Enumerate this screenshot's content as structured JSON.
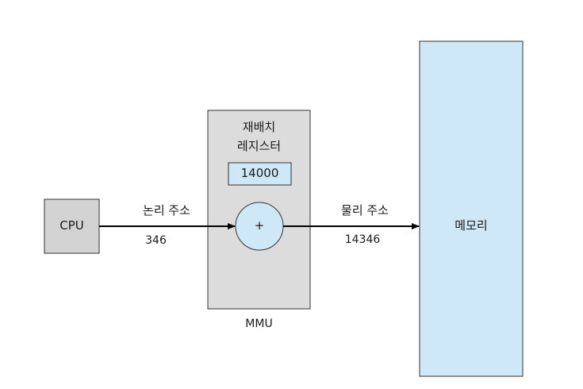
{
  "cpu": {
    "label": "CPU"
  },
  "mmu": {
    "label": "MMU",
    "register_title_line1": "재배치",
    "register_title_line2": "레지스터",
    "register_value": "14000",
    "adder_symbol": "+"
  },
  "logical_address": {
    "label": "논리 주소",
    "value": "346"
  },
  "physical_address": {
    "label": "물리 주소",
    "value": "14346"
  },
  "memory": {
    "label": "메모리"
  },
  "colors": {
    "cpu_fill": "#d3d3d3",
    "mmu_fill": "#dcdcdc",
    "register_fill": "#cfe8f7",
    "adder_fill": "#cfe8f7",
    "memory_fill": "#cfe8f7",
    "stroke": "#333333",
    "arrow": "#000000"
  }
}
